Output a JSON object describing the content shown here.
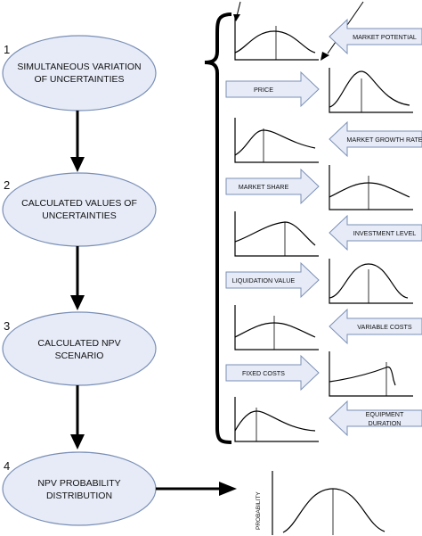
{
  "steps": [
    {
      "number": "1",
      "lines": [
        "SIMULTANEOUS VARIATION",
        "OF UNCERTAINTIES"
      ]
    },
    {
      "number": "2",
      "lines": [
        "CALCULATED VALUES OF",
        "UNCERTAINTIES"
      ]
    },
    {
      "number": "3",
      "lines": [
        "CALCULATED NPV",
        "SCENARIO"
      ]
    },
    {
      "number": "4",
      "lines": [
        "NPV PROBABILITY",
        "DISTRIBUTION"
      ]
    }
  ],
  "uncertainties": [
    {
      "lines": [
        "MARKET POTENTIAL"
      ],
      "arrow_side": "right",
      "curve": "normal"
    },
    {
      "lines": [
        "PRICE"
      ],
      "arrow_side": "left",
      "curve": "right-skew-peak"
    },
    {
      "lines": [
        "MARKET GROWTH RATE"
      ],
      "arrow_side": "right",
      "curve": "right-skew"
    },
    {
      "lines": [
        "MARKET SHARE"
      ],
      "arrow_side": "left",
      "curve": "flat-normal"
    },
    {
      "lines": [
        "INVESTMENT LEVEL"
      ],
      "arrow_side": "right",
      "curve": "left-skew"
    },
    {
      "lines": [
        "LIQUIDATION VALUE"
      ],
      "arrow_side": "left",
      "curve": "normal-peak"
    },
    {
      "lines": [
        "VARIABLE COSTS"
      ],
      "arrow_side": "right",
      "curve": "flat-normal"
    },
    {
      "lines": [
        "FIXED COSTS"
      ],
      "arrow_side": "left",
      "curve": "left-skew-sharp"
    },
    {
      "lines": [
        "EQUIPMENT",
        "DURATION"
      ],
      "arrow_side": "right",
      "curve": "strong-right-skew"
    }
  ],
  "result": {
    "axis_label": "PROBABILITY",
    "curve": "normal"
  },
  "colors": {
    "shape_fill": "#e6ebf7",
    "shape_stroke": "#7a8fb6",
    "line": "#000000"
  }
}
